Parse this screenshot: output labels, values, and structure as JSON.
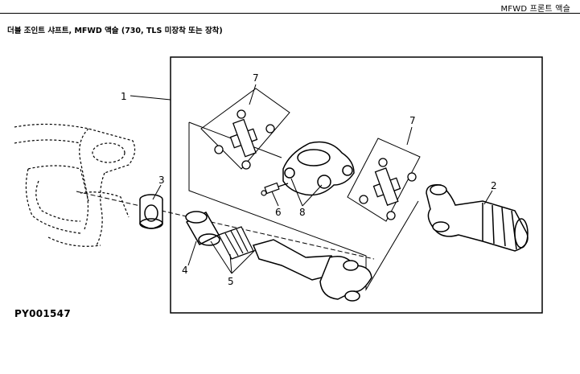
{
  "header": {
    "title": "MFWD 프론트 액슬"
  },
  "section": {
    "title": "더블 조인트 샤프트, MFWD 액슬 (730, TLS 미장착 또는 장착)"
  },
  "figure": {
    "id": "PY001547",
    "callouts": {
      "c1": "1",
      "c2": "2",
      "c3": "3",
      "c4": "4",
      "c5": "5",
      "c6": "6",
      "c7a": "7",
      "c7b": "7",
      "c8": "8"
    }
  },
  "colors": {
    "ink": "#000000",
    "paper": "#ffffff"
  }
}
